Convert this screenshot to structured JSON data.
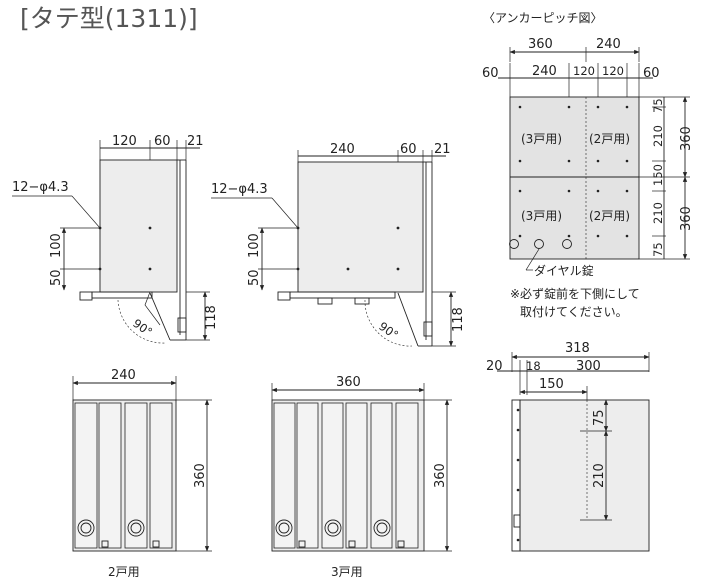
{
  "title": "[タテ型(1311)]",
  "pitch": {
    "title": "〈アンカーピッチ図〉",
    "top_w1": "360",
    "top_w2": "240",
    "left_margin": "60",
    "sub_240": "240",
    "sub_120a": "120",
    "sub_120b": "120",
    "right_margin": "60",
    "h_total_top": "360",
    "h_total_bottom": "360",
    "h_75_top": "75",
    "h_210_top": "210",
    "h_150": "150",
    "h_210_bottom": "210",
    "h_75_bottom": "75",
    "label_3_top": "(3戸用)",
    "label_2_top": "(2戸用)",
    "label_3_bottom": "(3戸用)",
    "label_2_bottom": "(2戸用)",
    "dial_lock": "ダイヤル錠",
    "note_line1": "※必ず錠前を下側にして",
    "note_line2": "取付けてください。"
  },
  "side_small": {
    "w120": "120",
    "w60": "60",
    "w21": "21",
    "hole": "12−φ4.3",
    "h100": "100",
    "h50": "50",
    "h118": "118",
    "angle": "90°"
  },
  "side_large": {
    "w240": "240",
    "w60": "60",
    "w21": "21",
    "hole": "12−φ4.3",
    "h100": "100",
    "h50": "50",
    "h118": "118",
    "angle": "90°"
  },
  "front_two": {
    "width": "240",
    "height": "360",
    "caption": "2戸用"
  },
  "front_three": {
    "width": "360",
    "height": "360",
    "caption": "3戸用"
  },
  "profile": {
    "total": "318",
    "d20": "20",
    "d18": "18",
    "d300": "300",
    "d150": "150",
    "d75": "75",
    "d210": "210"
  }
}
